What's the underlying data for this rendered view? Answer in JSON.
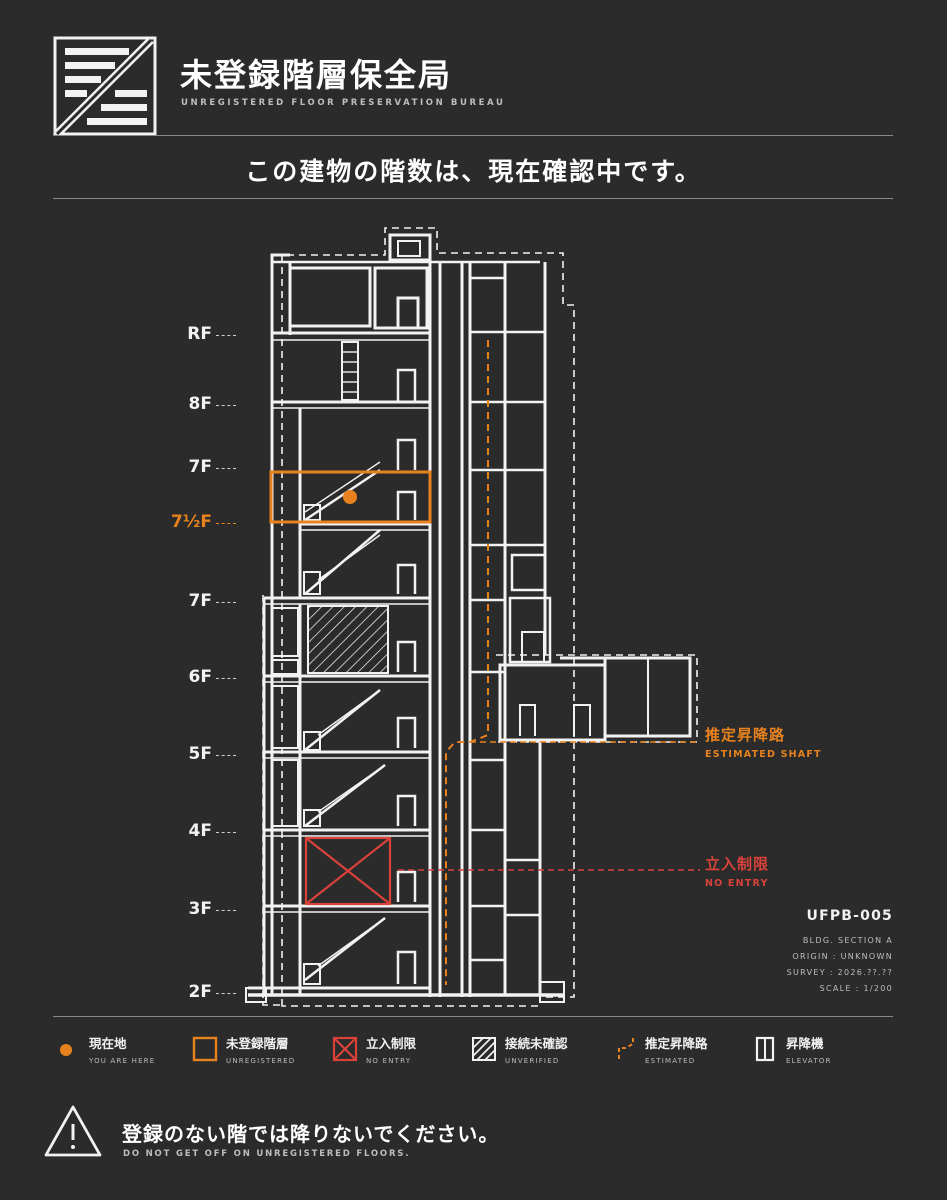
{
  "header": {
    "title_jp": "未登録階層保全局",
    "title_en": "UNREGISTERED FLOOR PRESERVATION BUREAU",
    "headline": "この建物の階数は、現在確認中です。"
  },
  "floors": [
    {
      "label": "RF",
      "highlight": false
    },
    {
      "label": "8F",
      "highlight": false
    },
    {
      "label": "7F",
      "highlight": false
    },
    {
      "label": "7½F",
      "highlight": true
    },
    {
      "label": "7F",
      "highlight": false
    },
    {
      "label": "6F",
      "highlight": false
    },
    {
      "label": "5F",
      "highlight": false
    },
    {
      "label": "4F",
      "highlight": false
    },
    {
      "label": "3F",
      "highlight": false
    },
    {
      "label": "2F",
      "highlight": false
    }
  ],
  "annotations": {
    "shaft_jp": "推定昇降路",
    "shaft_en": "ESTIMATED SHAFT",
    "noentry_jp": "立入制限",
    "noentry_en": "NO ENTRY"
  },
  "info": {
    "code": "UFPB-005",
    "section": "BLDG. SECTION A",
    "origin": "ORIGIN : UNKNOWN",
    "survey": "SURVEY : 2026.??.??",
    "scale": "SCALE : 1/200"
  },
  "legend": [
    {
      "icon": "current-location-dot-icon",
      "jp": "現在地",
      "en": "YOU ARE HERE"
    },
    {
      "icon": "unregistered-floor-square-icon",
      "jp": "未登録階層",
      "en": "UNREGISTERED"
    },
    {
      "icon": "no-entry-crossed-box-icon",
      "jp": "立入制限",
      "en": "NO ENTRY"
    },
    {
      "icon": "hatched-square-icon",
      "jp": "接続未確認",
      "en": "UNVERIFIED"
    },
    {
      "icon": "dashed-route-icon",
      "jp": "推定昇降路",
      "en": "ESTIMATED"
    },
    {
      "icon": "elevator-icon",
      "jp": "昇降機",
      "en": "ELEVATOR"
    }
  ],
  "warning": {
    "icon": "warning-triangle-icon",
    "jp": "登録のない階では降りないでください。",
    "en": "DO NOT GET OFF ON UNREGISTERED FLOORS."
  },
  "colors": {
    "background": "#2b2b2b",
    "accent_orange": "#e8821e",
    "accent_red": "#d9423a",
    "line_white": "#f2f2f2"
  }
}
